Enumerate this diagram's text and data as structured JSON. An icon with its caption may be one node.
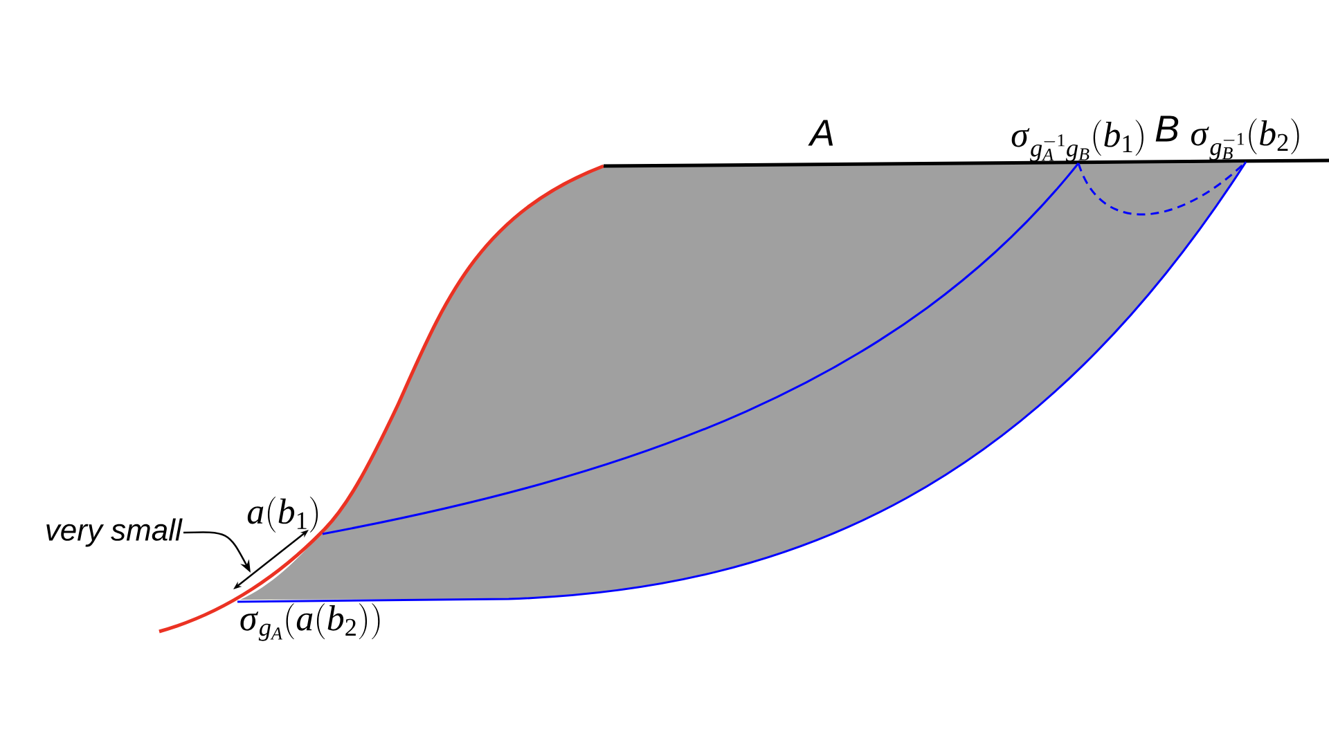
{
  "diagram": {
    "nodes": [
      {
        "text": [
          "a(b_1)"
        ]
      },
      {
        "text": [
          "\\sigma_{g_A}(a(b_2))"
        ]
      },
      {
        "text": [
          "\\sigma_{g_A^{-1}g_B}(b_1)"
        ]
      },
      {
        "text": [
          "\\sigma_{g_B^{-1}}(b_2)"
        ]
      },
      {
        "text": [
          "very small"
        ]
      }
    ],
    "edges": [
      {
        "from": 0,
        "to": 2,
        "arrow": "none"
      },
      {
        "from": 1,
        "to": 3,
        "arrow": "none"
      },
      {
        "from": 2,
        "to": 3,
        "arrow": "none",
        "style": "dashed"
      },
      {
        "from": 4,
        "to": null,
        "arrow": "to",
        "color": "#000000"
      },
      {
        "from": 1,
        "to": 0,
        "arrow": "both",
        "color": "#000000"
      }
    ],
    "labels": [
      "A",
      "B"
    ]
  }
}
